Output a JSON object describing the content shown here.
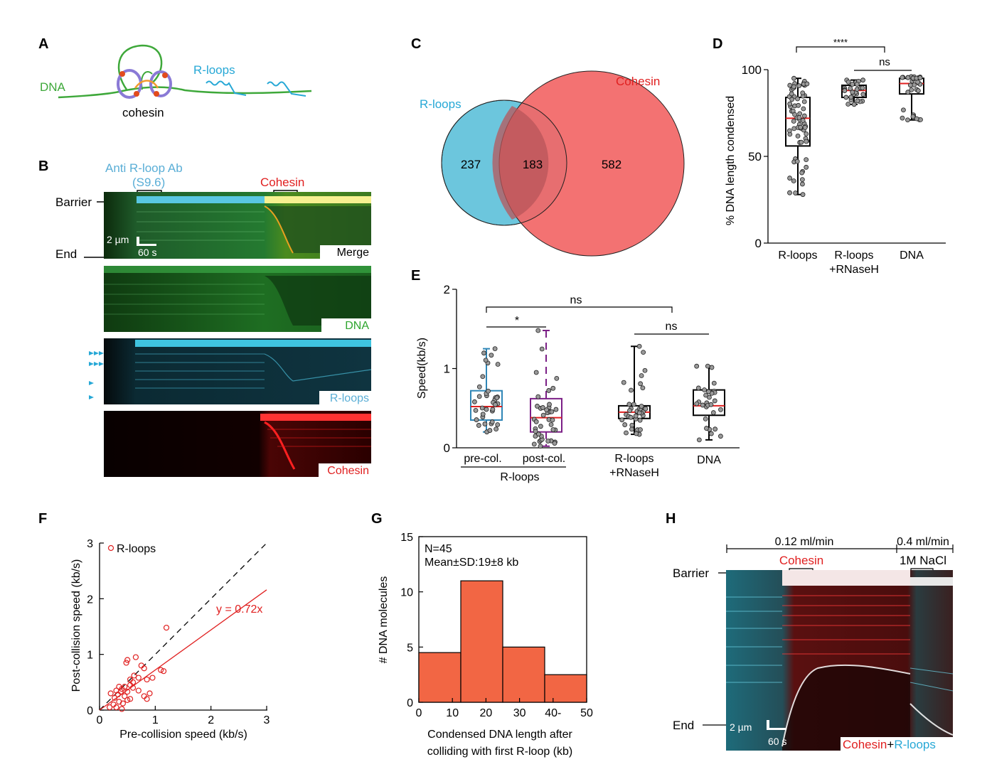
{
  "panels": {
    "A": {
      "letter": "A",
      "labels": {
        "dna": "DNA",
        "rloops": "R-loops",
        "cohesin": "cohesin"
      }
    },
    "B": {
      "letter": "B",
      "antibody": "Anti R-loop Ab",
      "antibody_sub": "(S9.6)",
      "cohesin": "Cohesin",
      "barrier": "Barrier",
      "end": "End",
      "scale_um": "2 µm",
      "scale_s": "60 s",
      "strips": [
        "Merge",
        "DNA",
        "R-loops",
        "Cohesin"
      ],
      "colors": {
        "dna": "#2ea52e",
        "rloop": "#3ec3dd",
        "cohesin": "#ee1111"
      }
    },
    "C": {
      "letter": "C",
      "set1": "R-loops",
      "set2": "Cohesin",
      "only1": "237",
      "overlap": "183",
      "only2": "582",
      "colors": {
        "set1": "#6cc6dd",
        "set2": "#f26666"
      }
    },
    "D": {
      "letter": "D",
      "ylabel": "% DNA length condensed",
      "sig1": "****",
      "sig2": "ns",
      "xcat1": "R-loops",
      "xcat2a": "R-loops",
      "xcat2b": "+RNaseH",
      "xcat3": "DNA"
    },
    "E": {
      "letter": "E",
      "ylabel": "Speed(kb/s)",
      "sig_top": "ns",
      "sig_star": "*",
      "sig_right": "ns",
      "cat_pre": "pre-col.",
      "cat_post": "post-col.",
      "group_label": "R-loops",
      "cat3a": "R-loops",
      "cat3b": "+RNaseH",
      "cat4": "DNA"
    },
    "F": {
      "letter": "F",
      "xlabel": "Pre-collision speed (kb/s)",
      "ylabel": "Post-collision speed (kb/s)",
      "legend": "R-loops",
      "fit": "y = 0.72x"
    },
    "G": {
      "letter": "G",
      "xlabel1": "Condensed DNA length after",
      "xlabel2": "colliding with first R-loop (kb)",
      "ylabel": "# DNA molecules",
      "n": "N=45",
      "mean": "Mean±SD:19±8 kb"
    },
    "H": {
      "letter": "H",
      "flow1": "0.12 ml/min",
      "flow2": "0.4 ml/min",
      "cohesin": "Cohesin",
      "salt": "1M NaCl",
      "barrier": "Barrier",
      "end": "End",
      "scale_um": "2 µm",
      "scale_s": "60 s",
      "legend_cohesin": "Cohesin",
      "legend_plus": "+",
      "legend_rloops": "R-loops"
    }
  },
  "chart_data": [
    {
      "panel": "D",
      "type": "box",
      "categories": [
        "R-loops",
        "R-loops +RNaseH",
        "DNA"
      ],
      "ylim": [
        0,
        100
      ],
      "yticks": [
        0,
        50,
        100
      ],
      "boxes": [
        {
          "median": 72,
          "q1": 56,
          "q3": 84,
          "min": 28,
          "max": 95
        },
        {
          "median": 88,
          "q1": 84,
          "q3": 91,
          "min": 80,
          "max": 94
        },
        {
          "median": 92,
          "q1": 86,
          "q3": 95,
          "min": 71,
          "max": 96
        }
      ]
    },
    {
      "panel": "E",
      "type": "box",
      "categories": [
        "pre-col.",
        "post-col.",
        "R-loops +RNaseH",
        "DNA"
      ],
      "ylim": [
        0,
        2
      ],
      "yticks": [
        0,
        1,
        2
      ],
      "boxes": [
        {
          "median": 0.52,
          "q1": 0.35,
          "q3": 0.72,
          "min": 0.2,
          "max": 1.25
        },
        {
          "median": 0.38,
          "q1": 0.2,
          "q3": 0.62,
          "min": 0.02,
          "max": 1.48
        },
        {
          "median": 0.45,
          "q1": 0.37,
          "q3": 0.53,
          "min": 0.17,
          "max": 1.28
        },
        {
          "median": 0.53,
          "q1": 0.41,
          "q3": 0.73,
          "min": 0.1,
          "max": 1.03
        }
      ]
    },
    {
      "panel": "F",
      "type": "scatter",
      "xlim": [
        0,
        3
      ],
      "ylim": [
        0,
        3
      ],
      "xticks": [
        0,
        1,
        2,
        3
      ],
      "yticks": [
        0,
        1,
        2,
        3
      ],
      "identity_line": true,
      "fit_slope": 0.72,
      "series": [
        {
          "name": "R-loops",
          "points": [
            [
              1.2,
              1.48
            ],
            [
              0.5,
              0.9
            ],
            [
              0.48,
              0.85
            ],
            [
              0.65,
              0.95
            ],
            [
              0.75,
              0.8
            ],
            [
              1.1,
              0.72
            ],
            [
              1.15,
              0.7
            ],
            [
              0.95,
              0.58
            ],
            [
              0.85,
              0.55
            ],
            [
              0.7,
              0.58
            ],
            [
              0.6,
              0.5
            ],
            [
              0.55,
              0.45
            ],
            [
              0.45,
              0.42
            ],
            [
              0.4,
              0.38
            ],
            [
              0.35,
              0.42
            ],
            [
              0.3,
              0.35
            ],
            [
              0.2,
              0.3
            ],
            [
              0.25,
              0.1
            ],
            [
              0.3,
              0.05
            ],
            [
              0.35,
              0.15
            ],
            [
              0.42,
              0.12
            ],
            [
              0.5,
              0.18
            ],
            [
              0.55,
              0.2
            ],
            [
              0.4,
              0.02
            ],
            [
              0.45,
              0.25
            ],
            [
              0.6,
              0.4
            ],
            [
              0.7,
              0.35
            ],
            [
              0.8,
              0.25
            ],
            [
              0.85,
              0.2
            ],
            [
              0.9,
              0.3
            ],
            [
              0.62,
              0.62
            ],
            [
              0.33,
              0.28
            ],
            [
              0.38,
              0.33
            ],
            [
              0.5,
              0.33
            ],
            [
              0.18,
              0.05
            ],
            [
              0.27,
              0.22
            ],
            [
              0.8,
              0.75
            ],
            [
              0.55,
              0.55
            ]
          ]
        }
      ]
    },
    {
      "panel": "G",
      "type": "bar",
      "bin_edges": [
        0,
        12.5,
        25,
        37.5,
        50
      ],
      "values": [
        4.5,
        11,
        5,
        2.5
      ],
      "xlim": [
        0,
        50
      ],
      "ylim": [
        0,
        15
      ],
      "xticks": [
        "0",
        "10",
        "20",
        "30",
        "40-",
        "50"
      ],
      "yticks": [
        0,
        5,
        10,
        15
      ],
      "color": "#f26644"
    }
  ]
}
